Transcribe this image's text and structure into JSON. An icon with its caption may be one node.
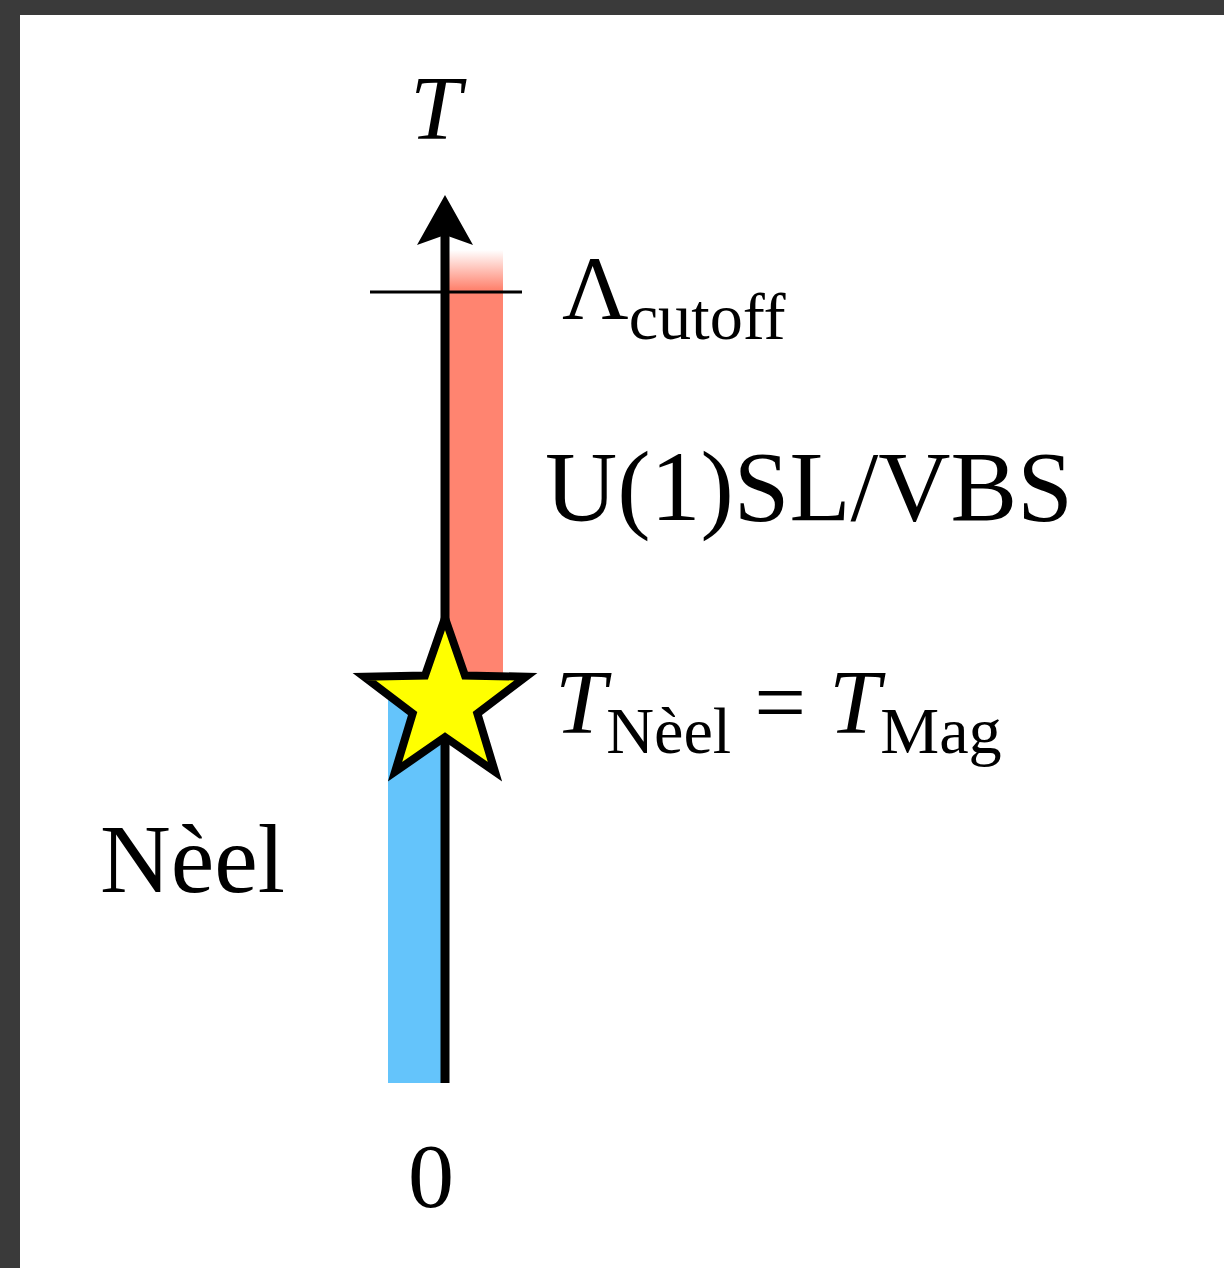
{
  "diagram": {
    "labels": [
      "T",
      "Λ$_{cutoff}$",
      "U(1)SL/VBS",
      "*T*$_{Nèel}$ = *T*$_{Mag}$",
      "Nèel",
      "0"
    ]
  }
}
